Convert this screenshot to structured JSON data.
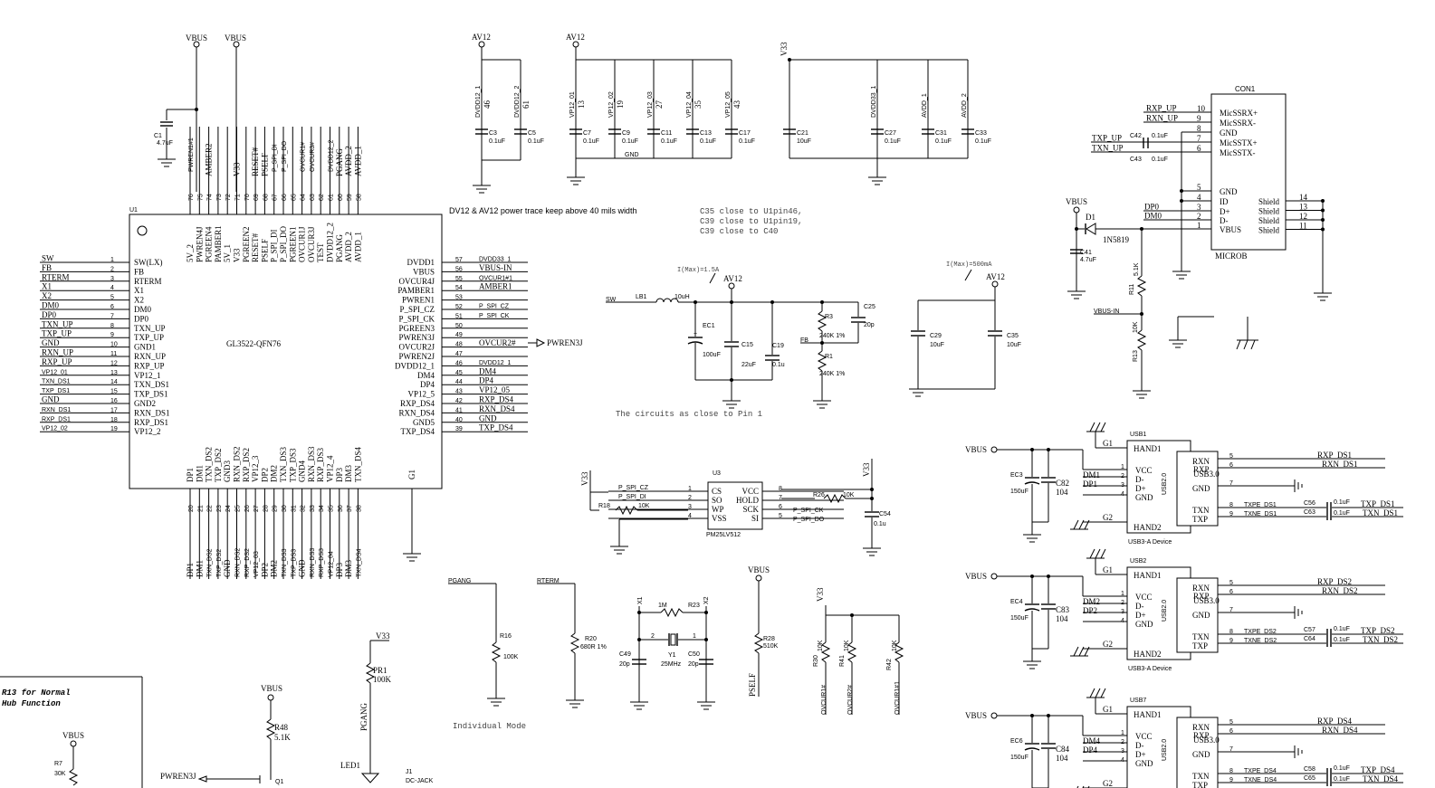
{
  "u1": {
    "ref": "U1",
    "part": "GL3522-QFN76",
    "left_pins": [
      {
        "num": "1",
        "name": "SW(LX)",
        "net": "SW"
      },
      {
        "num": "2",
        "name": "FB",
        "net": "FB"
      },
      {
        "num": "3",
        "name": "RTERM",
        "net": "RTERM"
      },
      {
        "num": "4",
        "name": "X1",
        "net": "X1"
      },
      {
        "num": "5",
        "name": "X2",
        "net": "X2"
      },
      {
        "num": "6",
        "name": "DM0",
        "net": "DM0"
      },
      {
        "num": "7",
        "name": "DP0",
        "net": "DP0"
      },
      {
        "num": "8",
        "name": "TXN_UP",
        "net": "TXN_UP"
      },
      {
        "num": "9",
        "name": "TXP_UP",
        "net": "TXP_UP"
      },
      {
        "num": "10",
        "name": "GND1",
        "net": "GND"
      },
      {
        "num": "11",
        "name": "RXN_UP",
        "net": "RXN_UP"
      },
      {
        "num": "12",
        "name": "RXP_UP",
        "net": "RXP_UP"
      },
      {
        "num": "13",
        "name": "VP12_1",
        "net": "VP12_01"
      },
      {
        "num": "14",
        "name": "TXN_DS1",
        "net": "TXN_DS1"
      },
      {
        "num": "15",
        "name": "TXP_DS1",
        "net": "TXP_DS1"
      },
      {
        "num": "16",
        "name": "GND2",
        "net": "GND"
      },
      {
        "num": "17",
        "name": "RXN_DS1",
        "net": "RXN_DS1"
      },
      {
        "num": "18",
        "name": "RXP_DS1",
        "net": "RXP_DS1"
      },
      {
        "num": "19",
        "name": "VP12_2",
        "net": "VP12_02"
      }
    ],
    "right_pins": [
      {
        "num": "57",
        "name": "DVDD1",
        "net": "DVDD33_1"
      },
      {
        "num": "56",
        "name": "VBUS",
        "net": "VBUS-IN"
      },
      {
        "num": "55",
        "name": "OVCUR4J",
        "net": "OVCUR1#1"
      },
      {
        "num": "54",
        "name": "PAMBER1",
        "net": "AMBER1"
      },
      {
        "num": "53",
        "name": "PWREN1",
        "net": ""
      },
      {
        "num": "52",
        "name": "P_SPI_CZ",
        "net": "P_SPI_CZ"
      },
      {
        "num": "51",
        "name": "P_SPI_CK",
        "net": "P_SPI_CK"
      },
      {
        "num": "50",
        "name": "PGREEN3",
        "net": ""
      },
      {
        "num": "49",
        "name": "PWREN3J",
        "net": ""
      },
      {
        "num": "48",
        "name": "OVCUR2J",
        "net": "OVCUR2#"
      },
      {
        "num": "47",
        "name": "PWREN2J",
        "net": ""
      },
      {
        "num": "46",
        "name": "DVDD12_1",
        "net": "DVDD12_1"
      },
      {
        "num": "45",
        "name": "DM4",
        "net": "DM4"
      },
      {
        "num": "44",
        "name": "DP4",
        "net": "DP4"
      },
      {
        "num": "43",
        "name": "VP12_5",
        "net": "VP12_05"
      },
      {
        "num": "42",
        "name": "RXP_DS4",
        "net": "RXP_DS4"
      },
      {
        "num": "41",
        "name": "RXN_DS4",
        "net": "RXN_DS4"
      },
      {
        "num": "40",
        "name": "GND5",
        "net": "GND"
      },
      {
        "num": "39",
        "name": "TXP_DS4",
        "net": "TXP_DS4"
      }
    ],
    "top_pins": [
      {
        "num": "76",
        "name": "5V_2",
        "net": "PWREN1#1"
      },
      {
        "num": "75",
        "name": "PWREN4J",
        "net": ""
      },
      {
        "num": "74",
        "name": "PGREEN4",
        "net": "AMBER2"
      },
      {
        "num": "73",
        "name": "PAMBER1",
        "net": ""
      },
      {
        "num": "72",
        "name": "5V_1",
        "net": ""
      },
      {
        "num": "71",
        "name": "V33",
        "net": "V33"
      },
      {
        "num": "70",
        "name": "PGREEN2",
        "net": ""
      },
      {
        "num": "69",
        "name": "RESET#",
        "net": "RESET#"
      },
      {
        "num": "68",
        "name": "PSELF",
        "net": "PSELF"
      },
      {
        "num": "67",
        "name": "P_SPI_DI",
        "net": "P_SPI_DI"
      },
      {
        "num": "66",
        "name": "P_SPI_DO",
        "net": "P_SPI_DO"
      },
      {
        "num": "65",
        "name": "PGREEN1",
        "net": ""
      },
      {
        "num": "64",
        "name": "OVCUR1J",
        "net": "OVCUR1#"
      },
      {
        "num": "63",
        "name": "OVCUR3J",
        "net": "OVCUR3#"
      },
      {
        "num": "62",
        "name": "TEST",
        "net": ""
      },
      {
        "num": "61",
        "name": "DVDD12_2",
        "net": "DVDD12_2"
      },
      {
        "num": "60",
        "name": "PGANG",
        "net": "PGANG"
      },
      {
        "num": "59",
        "name": "AVDD_2",
        "net": "AVDD_2"
      },
      {
        "num": "58",
        "name": "AVDD_1",
        "net": "AVDD_1"
      }
    ],
    "bottom_pins": [
      {
        "num": "20",
        "name": "DP1",
        "net": "DP1"
      },
      {
        "num": "21",
        "name": "DM1",
        "net": "DM1"
      },
      {
        "num": "22",
        "name": "TXN_DS2",
        "net": "TXN_DS2"
      },
      {
        "num": "23",
        "name": "TXP_DS2",
        "net": "TXP_DS2"
      },
      {
        "num": "24",
        "name": "GND3",
        "net": "GND"
      },
      {
        "num": "25",
        "name": "RXN_DS2",
        "net": "RXN_DS2"
      },
      {
        "num": "26",
        "name": "RXP_DS2",
        "net": "RXP_DS2"
      },
      {
        "num": "27",
        "name": "VP12_3",
        "net": "VP12_03"
      },
      {
        "num": "28",
        "name": "DP2",
        "net": "DP2"
      },
      {
        "num": "29",
        "name": "DM2",
        "net": "DM2"
      },
      {
        "num": "30",
        "name": "TXN_DS3",
        "net": "TXN_DS3"
      },
      {
        "num": "31",
        "name": "TXP_DS3",
        "net": "TXP_DS3"
      },
      {
        "num": "32",
        "name": "GND4",
        "net": "GND"
      },
      {
        "num": "33",
        "name": "RXN_DS3",
        "net": "RXN_DS3"
      },
      {
        "num": "34",
        "name": "RXP_DS3",
        "net": "RXP_DS3"
      },
      {
        "num": "35",
        "name": "VP12_4",
        "net": "VP12_04"
      },
      {
        "num": "36",
        "name": "DP3",
        "net": "DP3"
      },
      {
        "num": "37",
        "name": "DM3",
        "net": "DM3"
      },
      {
        "num": "38",
        "name": "TXN_DS4",
        "net": "TXN_DS4"
      }
    ],
    "g1": "G1",
    "c1_ref": "C1",
    "c1_val": "4.7uF",
    "vbus": "VBUS",
    "pwren3j": "PWREN3J"
  },
  "power_top": {
    "av12_a": "AV12",
    "av12_b": "AV12",
    "v33": "V33",
    "caps_a": [
      {
        "net": "DVDD12_1",
        "pin": "46",
        "ref": "C3",
        "val": "0.1uF"
      },
      {
        "net": "DVDD12_2",
        "pin": "61",
        "ref": "C5",
        "val": "0.1uF"
      }
    ],
    "caps_b": [
      {
        "net": "VP12_01",
        "pin": "13",
        "ref": "C7",
        "val": "0.1uF"
      },
      {
        "net": "VP12_02",
        "pin": "19",
        "ref": "C9",
        "val": "0.1uF"
      },
      {
        "net": "VP12_03",
        "pin": "27",
        "ref": "C11",
        "val": "0.1uF"
      },
      {
        "net": "VP12_04",
        "pin": "35",
        "ref": "C13",
        "val": "0.1uF"
      },
      {
        "net": "VP12_05",
        "pin": "43",
        "ref": "C17",
        "val": "0.1uF"
      }
    ],
    "gnd_label": "GND",
    "caps_c": [
      {
        "net": "",
        "pin": "",
        "ref": "C21",
        "val": "10uF"
      },
      {
        "net": "DVDD33_1",
        "pin": "",
        "ref": "C27",
        "val": "0.1uF"
      },
      {
        "net": "AVDD_1",
        "pin": "",
        "ref": "C31",
        "val": "0.1uF"
      },
      {
        "net": "AVDD_2",
        "pin": "",
        "ref": "C33",
        "val": "0.1uF"
      }
    ],
    "trace_note": "DV12 & AV12 power trace keep above 40 mils width",
    "close_note": [
      "C35 close to U1pin46,",
      "C39 close to U1pin19,",
      "C39 close to C40"
    ]
  },
  "regulator": {
    "imax1": "I(Max)=1.5A",
    "av12": "AV12",
    "sw": "SW",
    "lb1": "LB1",
    "l_val": "10uH",
    "ec1": "EC1",
    "ec1_val": "100uF",
    "c15": "C15",
    "c15_val": "22uF",
    "c19": "C19",
    "c19_val": "0.1u",
    "fb": "FB",
    "r3": "R3",
    "r3_val": "240K 1%",
    "r1": "R1",
    "r1_val": "240K 1%",
    "c25": "C25",
    "c25_val": "20p",
    "note": "The circuits as close to Pin 1",
    "imax2": "I(Max)=500mA",
    "av12_b": "AV12",
    "c29": "C29",
    "c29_val": "10uF",
    "c35": "C35",
    "c35_val": "10uF"
  },
  "flash": {
    "ref": "U3",
    "part": "PM25LV512",
    "v33_l": "V33",
    "v33_r": "V33",
    "left": [
      {
        "num": "1",
        "name": "CS",
        "net": "P_SPI_CZ"
      },
      {
        "num": "2",
        "name": "SO",
        "net": "P_SPI_DI"
      },
      {
        "num": "3",
        "name": "WP",
        "net": "10K"
      },
      {
        "num": "4",
        "name": "VSS",
        "net": ""
      }
    ],
    "right": [
      {
        "num": "8",
        "name": "VCC",
        "net": ""
      },
      {
        "num": "7",
        "name": "HOLD",
        "net": ""
      },
      {
        "num": "6",
        "name": "SCK",
        "net": "P_SPI_CK"
      },
      {
        "num": "5",
        "name": "SI",
        "net": "P_SPI_DO"
      }
    ],
    "r18": "R18",
    "r26": "R26",
    "r26_val": "10K",
    "c54": "C54",
    "c54_val": "0.1u"
  },
  "misc": {
    "pgang": "PGANG",
    "r16": "R16",
    "r16_val": "100K",
    "rterm": "RTERM",
    "r20": "R20",
    "r20_val": "680R 1%",
    "individual": "Individual Mode",
    "x1": "X1",
    "x2": "X2",
    "r23_val": "1M",
    "r23": "R23",
    "y1": "Y1",
    "y1_val": "25MHz",
    "c49": "C49",
    "c49_val": "20p",
    "c50": "C50",
    "c50_val": "20p",
    "xpin2": "2",
    "xpin1": "1",
    "vbus_r28": "VBUS",
    "r28": "R28",
    "r28_val": "510K",
    "pself": "PSELF",
    "v33_oc": "V33",
    "r30": "R30",
    "r41": "R41",
    "r42": "R42",
    "r_val": "10K",
    "ovcur1": "OVCUR1#",
    "ovcur2": "OVCUR2#",
    "ovcur3": "OVCUR1#1",
    "v33_pr1": "V33",
    "pr1": "PR1",
    "pr1_val": "100K",
    "pgang2": "PGANG",
    "led1": "LED1",
    "j1": "J1",
    "j1_val": "DC-JACK",
    "vbus_r48": "VBUS",
    "r48": "R48",
    "r48_val": "5.1K",
    "pwren3j": "PWREN3J",
    "q1": "Q1",
    "note_r13": [
      "R13 for Normal",
      "Hub Function"
    ],
    "vbus_r7": "VBUS",
    "r7": "R7",
    "r7_val": "30K"
  },
  "con1": {
    "ref": "CON1",
    "type": "MICROB",
    "pins": [
      {
        "num": "10",
        "name": "MicSSRX+",
        "net": "RXP_UP"
      },
      {
        "num": "9",
        "name": "MicSSRX-",
        "net": "RXN_UP"
      },
      {
        "num": "8",
        "name": "GND",
        "net": ""
      },
      {
        "num": "7",
        "name": "MicSSTX+",
        "net": "TXP_UP"
      },
      {
        "num": "6",
        "name": "MicSSTX-",
        "net": "TXN_UP"
      },
      {
        "num": "5",
        "name": "GND",
        "net": ""
      },
      {
        "num": "4",
        "name": "ID",
        "net": ""
      },
      {
        "num": "3",
        "name": "D+",
        "net": "DP0"
      },
      {
        "num": "2",
        "name": "D-",
        "net": "DM0"
      },
      {
        "num": "1",
        "name": "VBUS",
        "net": ""
      }
    ],
    "shield": [
      {
        "num": "14",
        "name": "Shield"
      },
      {
        "num": "13",
        "name": "Shield"
      },
      {
        "num": "12",
        "name": "Shield"
      },
      {
        "num": "11",
        "name": "Shield"
      }
    ],
    "c42": "C42",
    "c42_val": "0.1uF",
    "c43": "C43",
    "c43_val": "0.1uF",
    "vbus": "VBUS",
    "d1": "D1",
    "d1_val": "1N5819",
    "c41": "C41",
    "c41_val": "4.7uF",
    "r11": "R11",
    "r11_val": "5.1K",
    "vbus_in": "VBUS-IN",
    "r13": "R13",
    "r13_val": "10K"
  },
  "usb_ports": [
    {
      "ref": "USB1",
      "vbus": "VBUS",
      "ec": "EC3",
      "ec_val": "150uF",
      "c": "C82",
      "c_val": "104",
      "dm": "DM1",
      "dp": "DP1",
      "rxp": "RXP_DS1",
      "rxn": "RXN_DS1",
      "txp": "TXP_DS1",
      "txn": "TXN_DS1",
      "txpe": "TXPE_DS1",
      "txne": "TXNE_DS1",
      "cap1": "C56",
      "cap2": "C63",
      "cap_val": "0.1uF",
      "type": "USB3-A Device"
    },
    {
      "ref": "USB2",
      "vbus": "VBUS",
      "ec": "EC4",
      "ec_val": "150uF",
      "c": "C83",
      "c_val": "104",
      "dm": "DM2",
      "dp": "DP2",
      "rxp": "RXP_DS2",
      "rxn": "RXN_DS2",
      "txp": "TXP_DS2",
      "txn": "TXN_DS2",
      "txpe": "TXPE_DS2",
      "txne": "TXNE_DS2",
      "cap1": "C57",
      "cap2": "C64",
      "cap_val": "0.1uF",
      "type": "USB3-A Device"
    },
    {
      "ref": "USB7",
      "vbus": "VBUS",
      "ec": "EC6",
      "ec_val": "150uF",
      "c": "C84",
      "c_val": "104",
      "dm": "DM4",
      "dp": "DP4",
      "rxp": "RXP_DS4",
      "rxn": "RXN_DS4",
      "txp": "TXP_DS4",
      "txn": "TXN_DS4",
      "txpe": "TXPE_DS4",
      "txne": "TXNE_DS4",
      "cap1": "C58",
      "cap2": "C65",
      "cap_val": "0.1uF",
      "type": ""
    }
  ],
  "usb_labels": {
    "hand1": "HAND1",
    "hand2": "HAND2",
    "vcc": "VCC",
    "dminus": "D-",
    "dplus": "D+",
    "gnd": "GND",
    "g1": "G1",
    "g2": "G2",
    "rxn": "RXN",
    "rxp": "RXP",
    "txn": "TXN",
    "txp": "TXP",
    "usb30": "USB3.0",
    "usb20": "USB2.0"
  }
}
